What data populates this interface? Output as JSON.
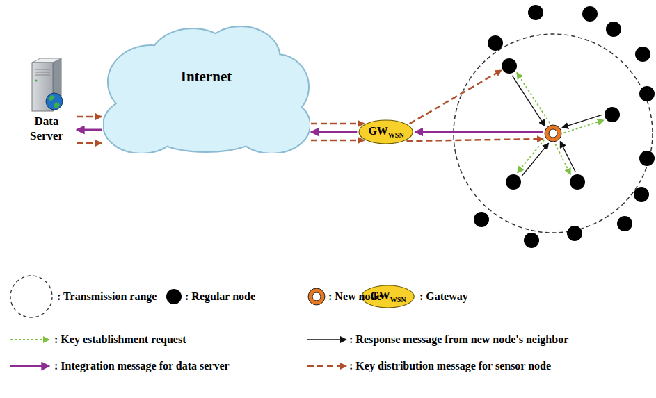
{
  "diagram": {
    "nodes": [
      {
        "text": [
          "Data Server"
        ]
      },
      {
        "text": [
          "Internet"
        ]
      },
      {
        "text": [
          "GW",
          "WSN"
        ]
      }
    ],
    "edges": [
      {
        "from": 0,
        "to": 1,
        "arrow": "to"
      },
      {
        "from": 0,
        "to": 1,
        "arrow": "to"
      },
      {
        "from": 1,
        "to": 0,
        "arrow": "to"
      },
      {
        "from": 1,
        "to": 2,
        "arrow": "to"
      },
      {
        "from": 1,
        "to": 2,
        "arrow": "to"
      },
      {
        "from": 2,
        "to": 1,
        "arrow": "to"
      }
    ],
    "labels": [
      "GW",
      "WSN"
    ],
    "legend": [
      {
        "text": ": Transmission range"
      },
      {
        "text": ": Regular node",
        "color": "#000000"
      },
      {
        "text": ": New node"
      },
      {
        "text": ": Gateway"
      },
      {
        "text": ": Key establishment request"
      },
      {
        "text": ": Response message from new node's neighbor"
      },
      {
        "text": ": Integration message for data server"
      },
      {
        "text": ": Key distribution message for sensor node"
      }
    ]
  }
}
